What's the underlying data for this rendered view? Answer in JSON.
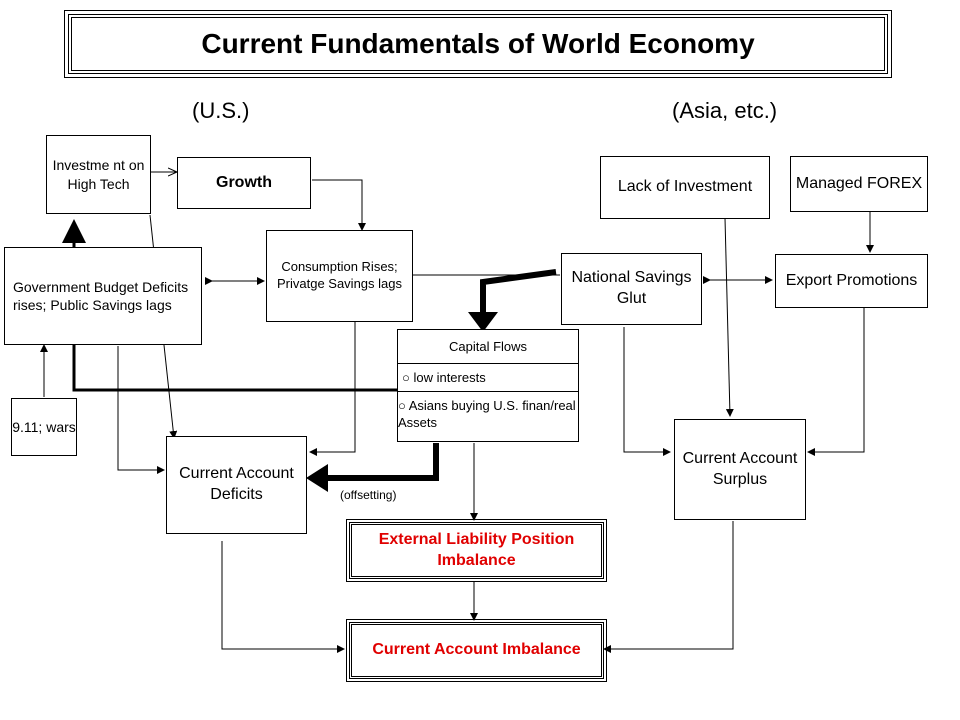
{
  "title": "Current Fundamentals of World Economy",
  "us_label": "(U.S.)",
  "asia_label": "(Asia, etc.)",
  "nodes": {
    "investment_high_tech": "Investme nt on High Tech",
    "growth": "Growth",
    "government_budget": "Government Budget Deficits rises; Public Savings lags",
    "consumption": "Consumption Rises; Privatge Savings lags",
    "nine_eleven": "9.11; wars",
    "current_account_deficits": "Current Account Deficits",
    "lack_of_investment": "Lack of Investment",
    "managed_forex": "Managed FOREX",
    "national_savings_glut": "National Savings Glut",
    "export_promotions": "Export Promotions",
    "current_account_surplus": "Current Account Surplus",
    "external_liability": "External Liability Position Imbalance",
    "current_account_imbalance": "Current Account Imbalance"
  },
  "capital_flows": {
    "header": "Capital Flows",
    "item1": "○  low interests",
    "item2": "○  Asians buying U.S. finan/real Assets"
  },
  "offsetting_label": "(offsetting)"
}
